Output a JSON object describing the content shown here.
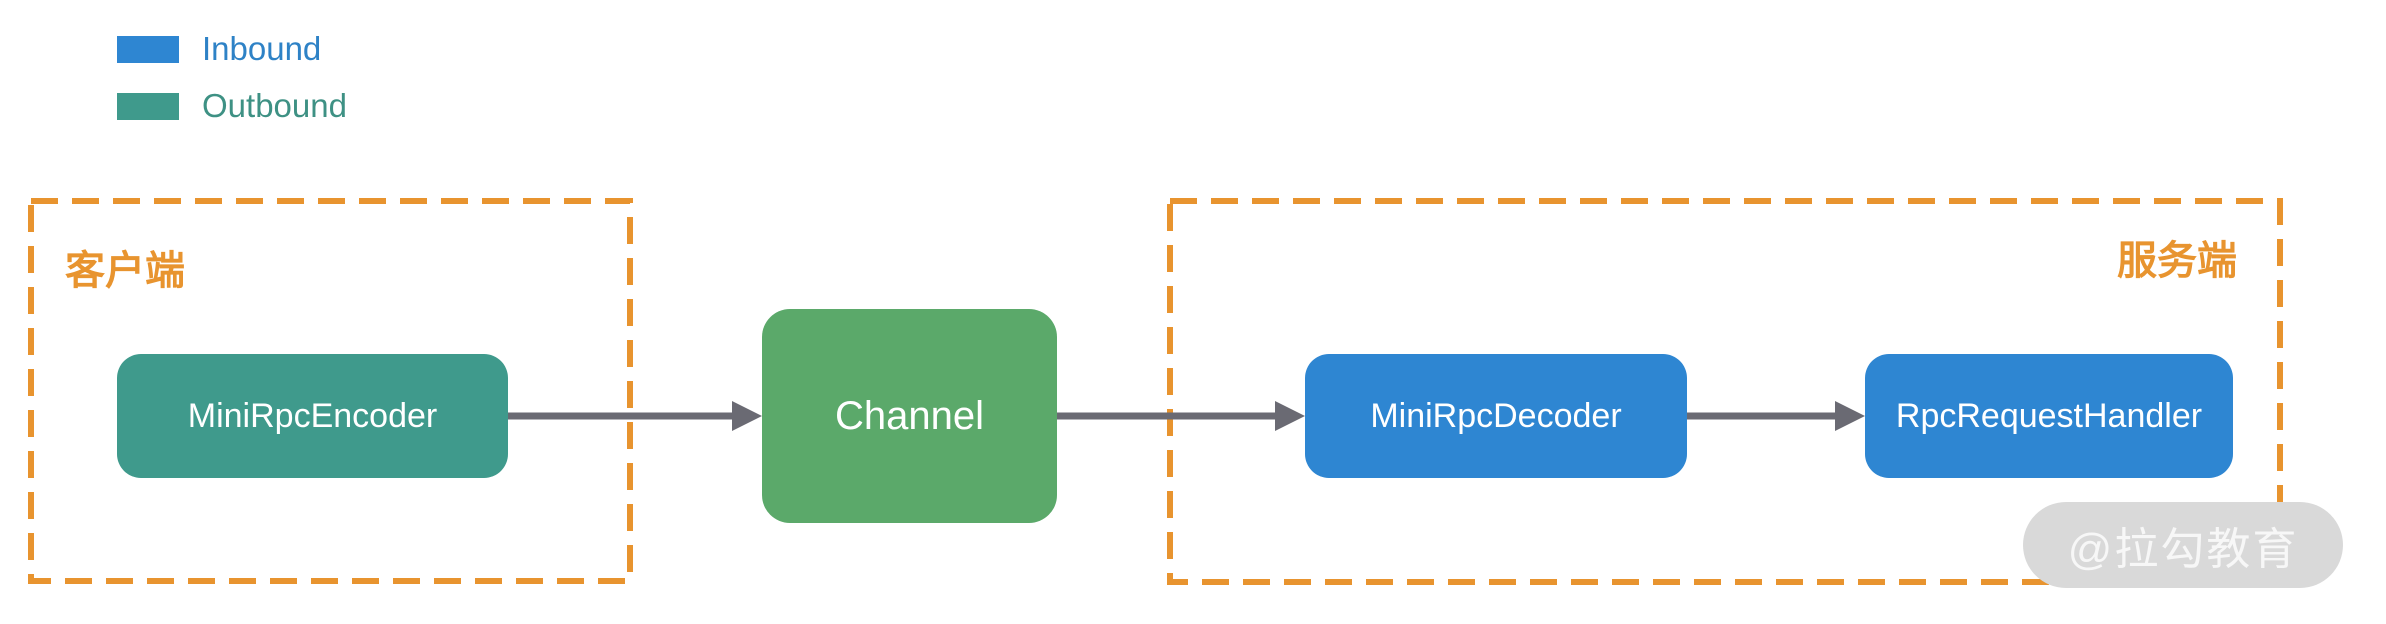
{
  "legend": {
    "items": [
      {
        "label": "Inbound",
        "swatch_color": "#2e86d2",
        "label_color": "#2e82c6"
      },
      {
        "label": "Outbound",
        "swatch_color": "#3f9a8c",
        "label_color": "#3e9184"
      }
    ]
  },
  "regions": {
    "client": {
      "label": "客户端",
      "border_color": "#e8942f",
      "label_color": "#e8942f"
    },
    "server": {
      "label": "服务端",
      "border_color": "#e8942f",
      "label_color": "#e8942f"
    }
  },
  "nodes": {
    "encoder": {
      "label": "MiniRpcEncoder",
      "fill": "#3f9a8c",
      "text_color": "#ffffff"
    },
    "channel": {
      "label": "Channel",
      "fill": "#5ba96a",
      "text_color": "#ffffff"
    },
    "decoder": {
      "label": "MiniRpcDecoder",
      "fill": "#2e86d2",
      "text_color": "#ffffff"
    },
    "handler": {
      "label": "RpcRequestHandler",
      "fill": "#2e86d2",
      "text_color": "#ffffff"
    }
  },
  "connectors": {
    "color": "#6a6a73"
  },
  "watermark": {
    "label": "@拉勾教育",
    "background": "#d9d9d9",
    "text_color": "#f7f7f7"
  }
}
